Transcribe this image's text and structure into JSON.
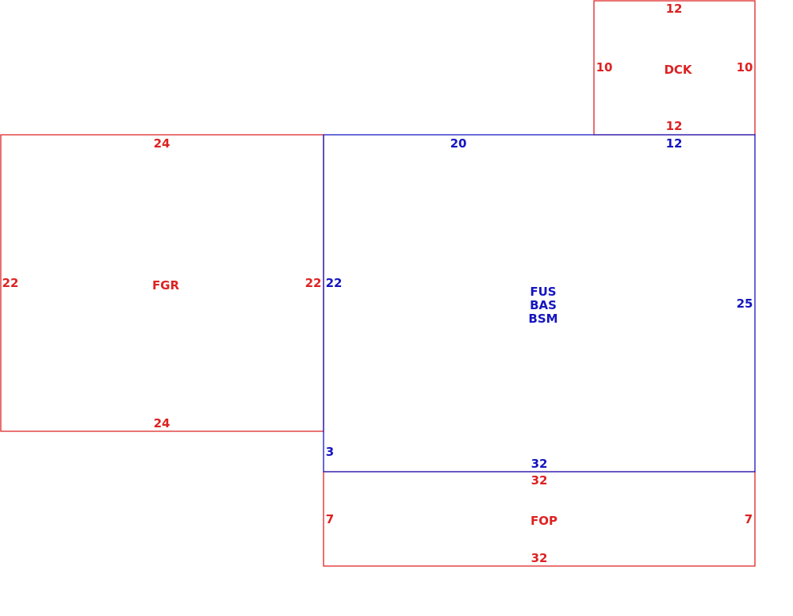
{
  "colors": {
    "red": "#dd2222",
    "blue": "#1515c0",
    "background": "#ffffff"
  },
  "areas": {
    "dck": {
      "code": "DCK",
      "dims": {
        "top": "12",
        "bottom": "12",
        "left": "10",
        "right": "10"
      }
    },
    "fgr": {
      "code": "FGR",
      "dims": {
        "top": "24",
        "bottom": "24",
        "left": "22",
        "right": "22"
      }
    },
    "main": {
      "codes": [
        "FUS",
        "BAS",
        "BSM"
      ],
      "dims": {
        "top_left": "20",
        "top_right": "12",
        "left": "22",
        "right": "25",
        "bottom": "32",
        "step": "3"
      }
    },
    "fop": {
      "code": "FOP",
      "dims": {
        "top": "32",
        "bottom": "32",
        "left": "7",
        "right": "7"
      }
    }
  }
}
